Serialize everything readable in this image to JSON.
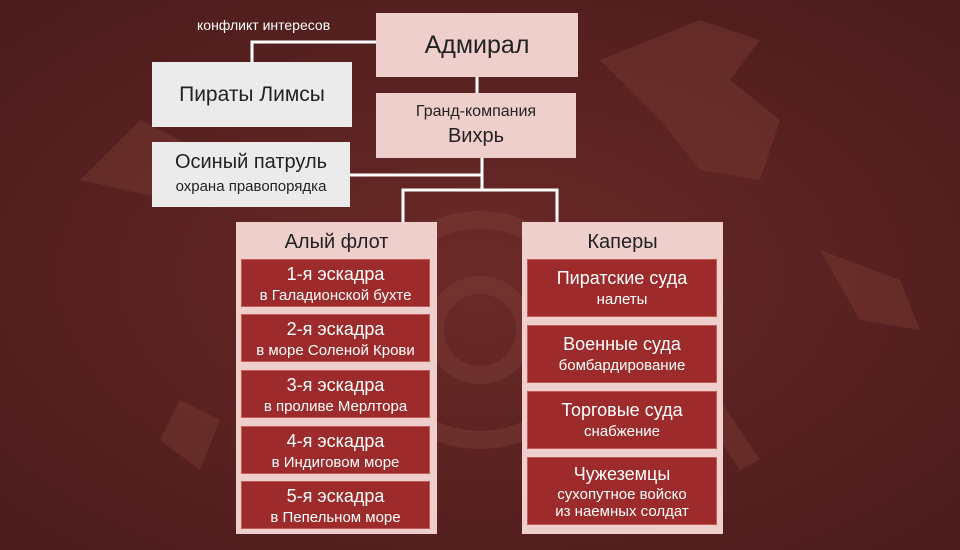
{
  "conflict_label": "конфликт интересов",
  "admiral": "Адмирал",
  "pirates": "Пираты Лимсы",
  "grand_company": {
    "line1": "Гранд-компания",
    "line2": "Вихрь"
  },
  "wasp_patrol": {
    "name": "Осиный патруль",
    "role": "охрана правопорядка"
  },
  "fleet": {
    "title": "Алый флот",
    "squadrons": [
      {
        "name": "1-я эскадра",
        "location": "в Галадионской бухте"
      },
      {
        "name": "2-я эскадра",
        "location": "в море Соленой Крови"
      },
      {
        "name": "3-я эскадра",
        "location": "в проливе Мерлтора"
      },
      {
        "name": "4-я эскадра",
        "location": "в Индиговом море"
      },
      {
        "name": "5-я эскадра",
        "location": "в Пепельном море"
      }
    ]
  },
  "privateers": {
    "title": "Каперы",
    "ships": [
      {
        "name": "Пиратские суда",
        "role": "налеты"
      },
      {
        "name": "Военные суда",
        "role": "бомбардирование"
      },
      {
        "name": "Торговые суда",
        "role": "снабжение"
      },
      {
        "name": "Чужеземцы",
        "role_line1": "сухопутное войско",
        "role_line2": "из наемных солдат"
      }
    ]
  },
  "colors": {
    "background": "#5a2222",
    "panel_pink": "#efcfcc",
    "panel_gray": "#ebebeb",
    "cell_red": "#9e2b2b"
  }
}
